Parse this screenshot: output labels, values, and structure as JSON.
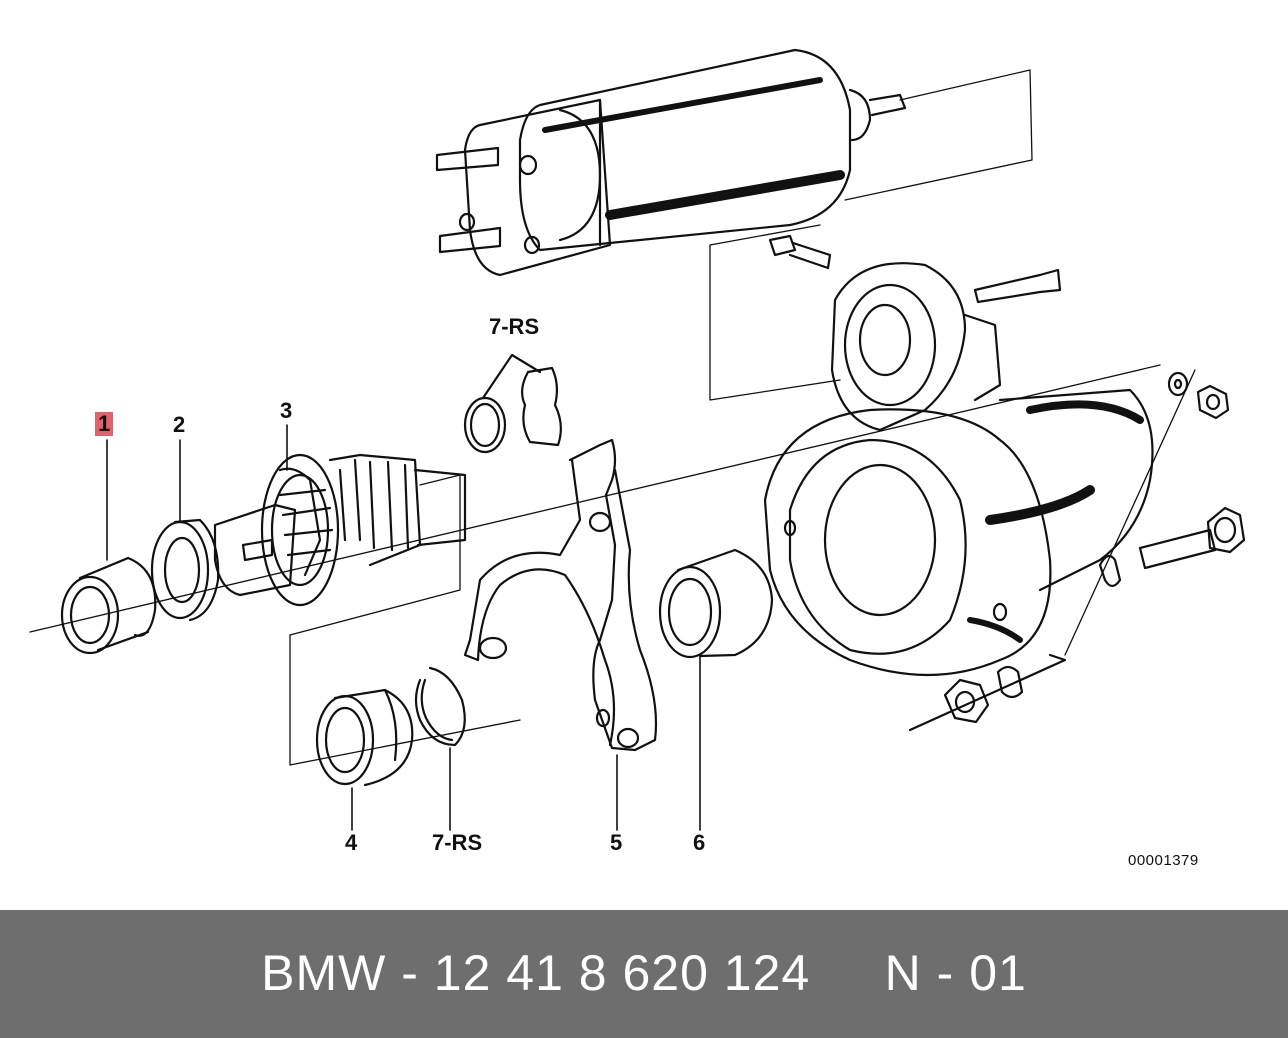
{
  "callouts": {
    "l1": "1",
    "l2": "2",
    "l3": "3",
    "l4": "4",
    "l5": "5",
    "l6": "6",
    "l7_top": "7-RS",
    "l7_bottom": "7-RS"
  },
  "highlight_color": "#e0636e",
  "diagram_code": "00001379",
  "footer": {
    "text": "BMW - 12 41 8 620 124     N - 01",
    "background": "#6e6e6e"
  }
}
